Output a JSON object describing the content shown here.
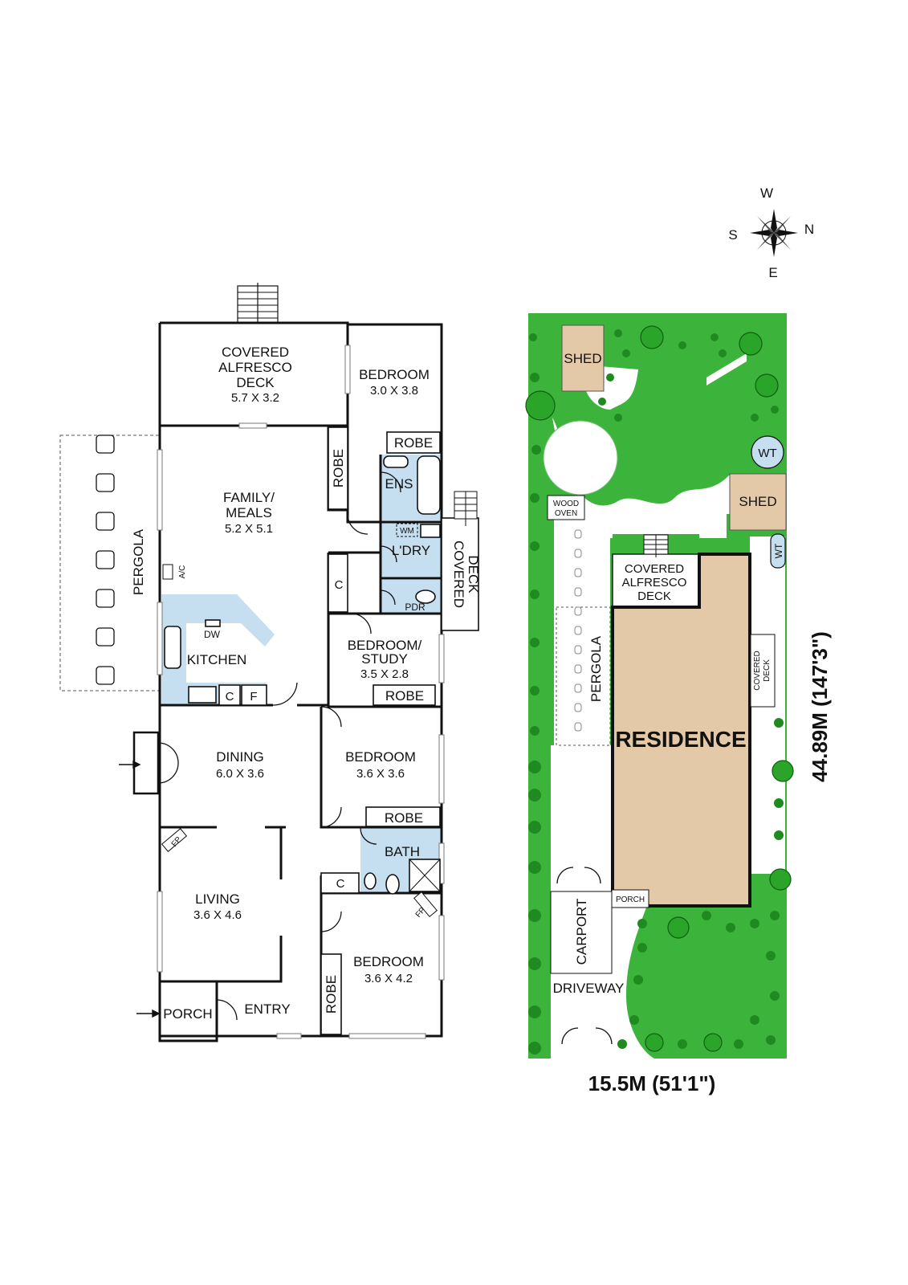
{
  "floor_plan": {
    "rooms": {
      "covered_alfresco_deck": {
        "line1": "COVERED",
        "line2": "ALFRESCO",
        "line3": "DECK",
        "dims": "5.7 X 3.2"
      },
      "bedroom_1": {
        "name": "BEDROOM",
        "dims": "3.0 X 3.8"
      },
      "robe_1": "ROBE",
      "robe_2": "ROBE",
      "ens": "ENS",
      "family_meals": {
        "line1": "FAMILY/",
        "line2": "MEALS",
        "dims": "5.2 X 5.1"
      },
      "wm": "WM",
      "ldry": "L'DRY",
      "covered_deck": {
        "line1": "COVERED",
        "line2": "DECK"
      },
      "pdr": "PDR",
      "c_1": "C",
      "bedroom_study": {
        "line1": "BEDROOM/",
        "line2": "STUDY",
        "dims": "3.5 X 2.8"
      },
      "robe_3": "ROBE",
      "pergola": "PERGOLA",
      "ac": "A/C",
      "dw": "DW",
      "kitchen": "KITCHEN",
      "c_2": "C",
      "f": "F",
      "dining": {
        "name": "DINING",
        "dims": "6.0 X 3.6"
      },
      "bedroom_2": {
        "name": "BEDROOM",
        "dims": "3.6 X 3.6"
      },
      "robe_4": "ROBE",
      "bath": "BATH",
      "fp_1": "FP",
      "fp_2": "FP",
      "c_3": "C",
      "living": {
        "name": "LIVING",
        "dims": "3.6 X 4.6"
      },
      "bedroom_3": {
        "name": "BEDROOM",
        "dims": "3.6 X 4.2"
      },
      "robe_5": "ROBE",
      "porch": "PORCH",
      "entry": "ENTRY"
    }
  },
  "site_plan": {
    "compass": {
      "w": "W",
      "s": "S",
      "n": "N",
      "e": "E"
    },
    "shed_1": "SHED",
    "shed_2": "SHED",
    "wt_1": "WT",
    "wt_2": "WT",
    "wood_oven": {
      "line1": "WOOD",
      "line2": "OVEN"
    },
    "covered_alfresco_deck": {
      "line1": "COVERED",
      "line2": "ALFRESCO",
      "line3": "DECK"
    },
    "pergola": "PERGOLA",
    "covered_deck": {
      "line1": "COVERED",
      "line2": "DECK"
    },
    "residence": "RESIDENCE",
    "carport": "CARPORT",
    "porch": "PORCH",
    "driveway": "DRIVEWAY",
    "depth": "44.89M (147'3\")",
    "width": "15.5M (51'1\")"
  },
  "colors": {
    "lawn": "#3cb43c",
    "residence": "#e3c9a8",
    "wet_area": "#c5def0",
    "shed": "#e3c9a8"
  }
}
